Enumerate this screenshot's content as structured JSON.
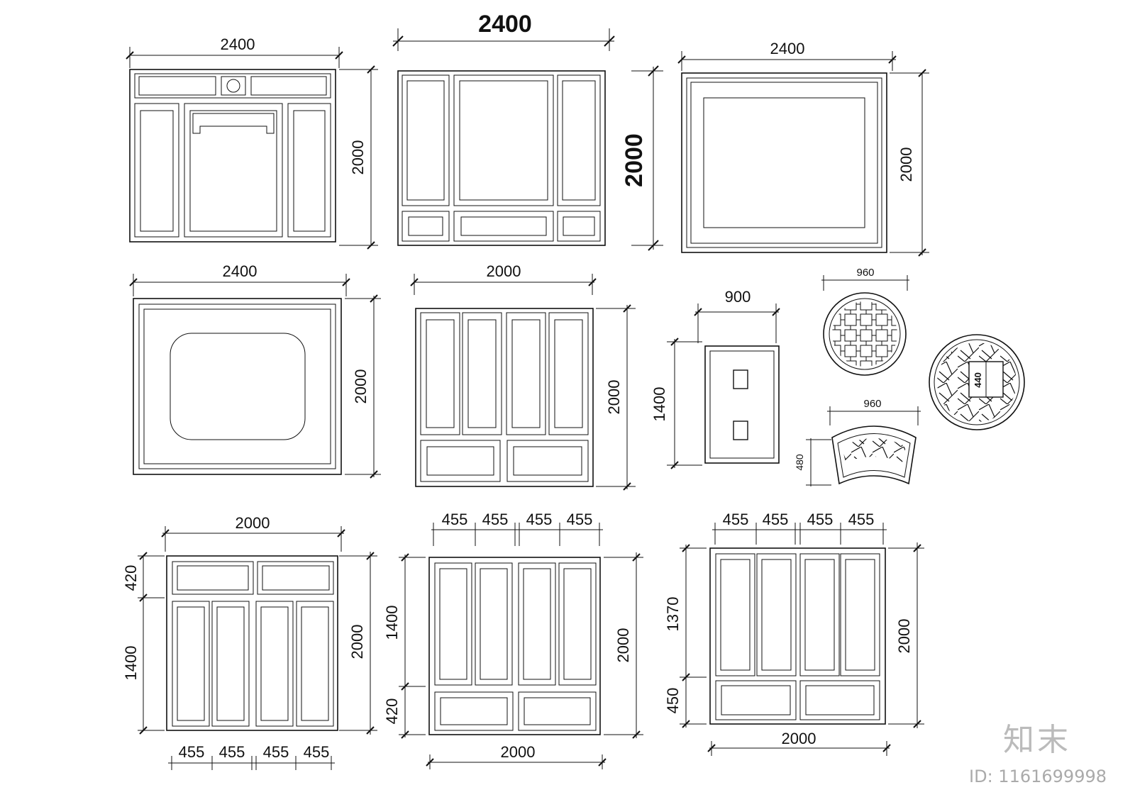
{
  "watermark": {
    "logo": "知末",
    "id": "ID: 1161699998"
  },
  "dimensions": {
    "p1": {
      "w": "2400",
      "h": "2000"
    },
    "p2": {
      "w": "2400",
      "h": "2000"
    },
    "p3": {
      "w": "2400",
      "h": "2000"
    },
    "p4": {
      "w": "2400",
      "h": "2000"
    },
    "p5": {
      "w": "2000",
      "h": "2000"
    },
    "p6": {
      "w": "900",
      "h": "1400"
    },
    "p7": {
      "w": "960"
    },
    "p7b": {
      "inner": "440"
    },
    "p8": {
      "w": "960",
      "h": "480"
    },
    "p9": {
      "w": "2000",
      "h": "2000",
      "top": "420",
      "mid": "1400",
      "seg": [
        "455",
        "455",
        "455",
        "455"
      ]
    },
    "p10": {
      "w": "2000",
      "h": "2000",
      "top": "1400",
      "bot": "420",
      "seg": [
        "455",
        "455",
        "455",
        "455"
      ]
    },
    "p11": {
      "w": "2000",
      "h": "2000",
      "top": "1370",
      "bot": "450",
      "seg": [
        "455",
        "455",
        "455",
        "455"
      ]
    }
  }
}
